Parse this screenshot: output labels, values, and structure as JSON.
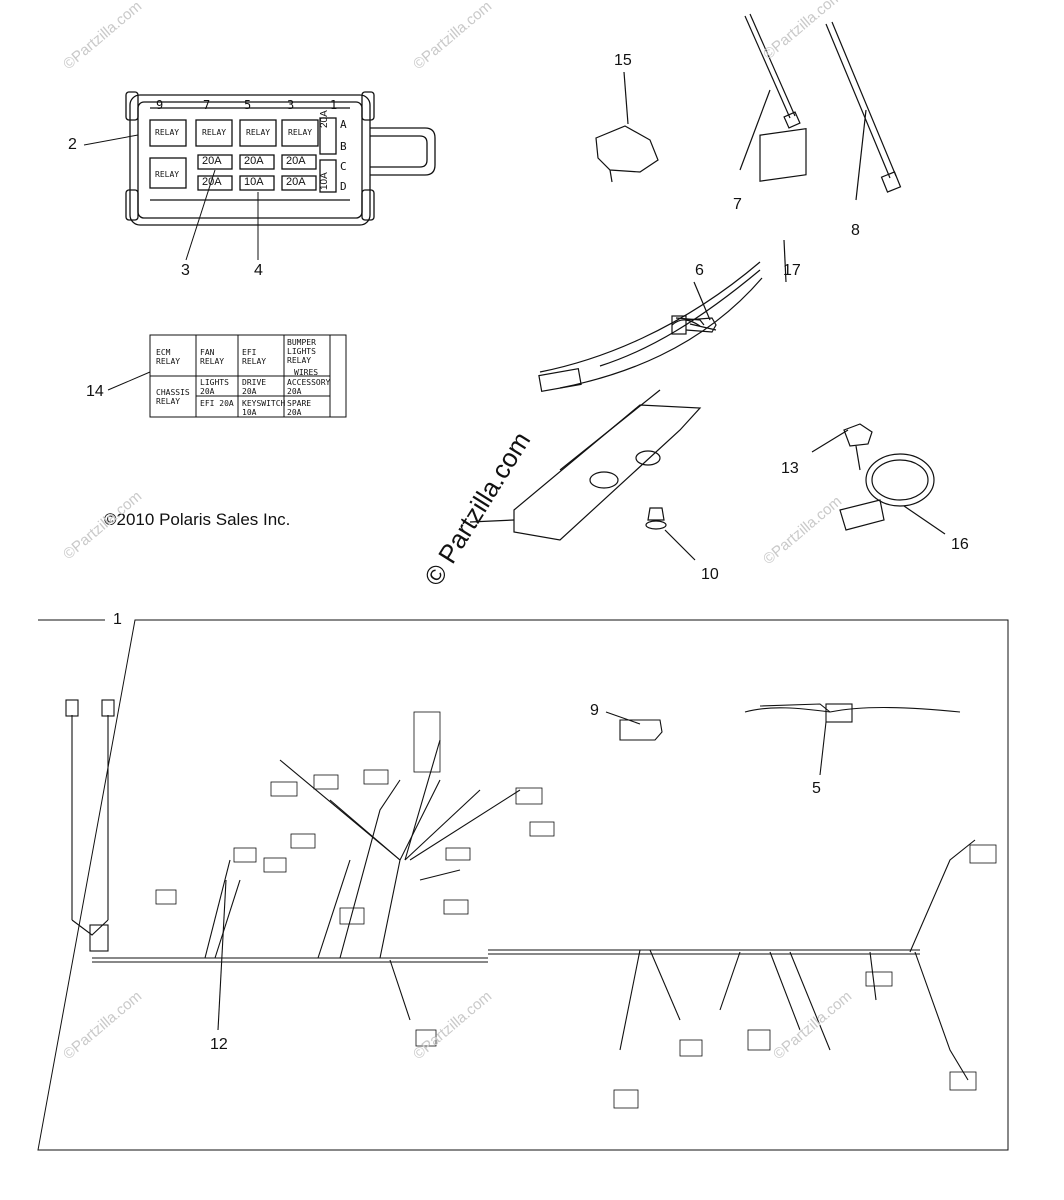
{
  "copyright": "©2010 Polaris Sales Inc.",
  "watermark": "© Partzilla.com",
  "watermark_faint": "©Partzilla.com",
  "callouts": {
    "c1": "1",
    "c2": "2",
    "c3": "3",
    "c4": "4",
    "c5": "5",
    "c6": "6",
    "c7": "7",
    "c8": "8",
    "c9": "9",
    "c10": "10",
    "c12": "12",
    "c13": "13",
    "c14": "14",
    "c15": "15",
    "c16": "16",
    "c17": "17"
  },
  "fuse_box": {
    "top_numbers": [
      "9",
      "7",
      "5",
      "3",
      "1"
    ],
    "side_letters": [
      "A",
      "B",
      "C",
      "D"
    ],
    "relay_label": "RELAY",
    "fuse_row_1": [
      "20A",
      "20A",
      "20A"
    ],
    "fuse_row_2": [
      "20A",
      "10A",
      "20A"
    ],
    "side_fuses": [
      "20A",
      "10A"
    ]
  },
  "fuse_label_card": {
    "row1": [
      "ECM RELAY",
      "FAN RELAY",
      "EFI RELAY",
      "BUMPER LIGHTS RELAY"
    ],
    "wires": "WIRES",
    "chassis": "CHASSIS RELAY",
    "lights": "LIGHTS 20A",
    "efi": "EFI 20A",
    "drive": "DRIVE 20A",
    "keyswitch": "KEYSWITCH 10A",
    "accessory": "ACCESSORY 20A",
    "spare": "SPARE 20A"
  }
}
